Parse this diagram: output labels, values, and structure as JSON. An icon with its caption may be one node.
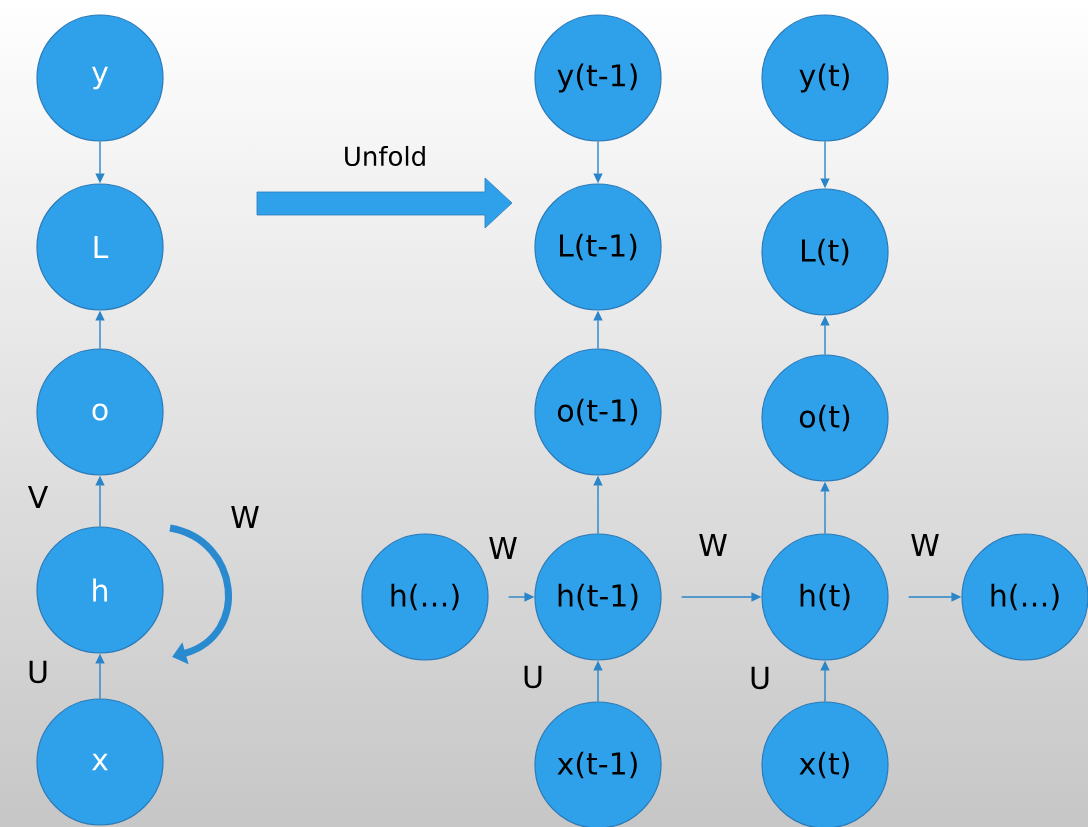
{
  "diagram": {
    "nodes": [
      {
        "text": [
          "y"
        ]
      },
      {
        "text": [
          "L"
        ]
      },
      {
        "text": [
          "o"
        ]
      },
      {
        "text": [
          "h"
        ]
      },
      {
        "text": [
          "x"
        ]
      },
      {
        "text": [
          "h(…)"
        ]
      },
      {
        "text": [
          "y(t-1)"
        ]
      },
      {
        "text": [
          "L(t-1)"
        ]
      },
      {
        "text": [
          "o(t-1)"
        ]
      },
      {
        "text": [
          "h(t-1)"
        ]
      },
      {
        "text": [
          "x(t-1)"
        ]
      },
      {
        "text": [
          "y(t)"
        ]
      },
      {
        "text": [
          "L(t)"
        ]
      },
      {
        "text": [
          "o(t)"
        ]
      },
      {
        "text": [
          "h(t)"
        ]
      },
      {
        "text": [
          "x(t)"
        ]
      },
      {
        "text": [
          "h(…)"
        ]
      }
    ],
    "edges": [
      {
        "from": 0,
        "to": 1,
        "arrow": "to"
      },
      {
        "from": 2,
        "to": 1,
        "arrow": "to"
      },
      {
        "from": 3,
        "to": 2,
        "arrow": "to",
        "label": "V"
      },
      {
        "from": 4,
        "to": 3,
        "arrow": "to",
        "label": "U"
      },
      {
        "from": 3,
        "to": 3,
        "arrow": "to",
        "label": "W",
        "style": "thick"
      },
      {
        "from": 6,
        "to": 7,
        "arrow": "to"
      },
      {
        "from": 8,
        "to": 7,
        "arrow": "to"
      },
      {
        "from": 9,
        "to": 8,
        "arrow": "to"
      },
      {
        "from": 10,
        "to": 9,
        "arrow": "to",
        "label": "U"
      },
      {
        "from": 5,
        "to": 9,
        "arrow": "to",
        "label": "W"
      },
      {
        "from": 9,
        "to": 14,
        "arrow": "to",
        "label": "W"
      },
      {
        "from": 11,
        "to": 12,
        "arrow": "to"
      },
      {
        "from": 13,
        "to": 12,
        "arrow": "to"
      },
      {
        "from": 14,
        "to": 13,
        "arrow": "to"
      },
      {
        "from": 15,
        "to": 14,
        "arrow": "to",
        "label": "U"
      },
      {
        "from": 14,
        "to": 16,
        "arrow": "to",
        "label": "W"
      }
    ],
    "labels": [
      "Unfold"
    ]
  }
}
